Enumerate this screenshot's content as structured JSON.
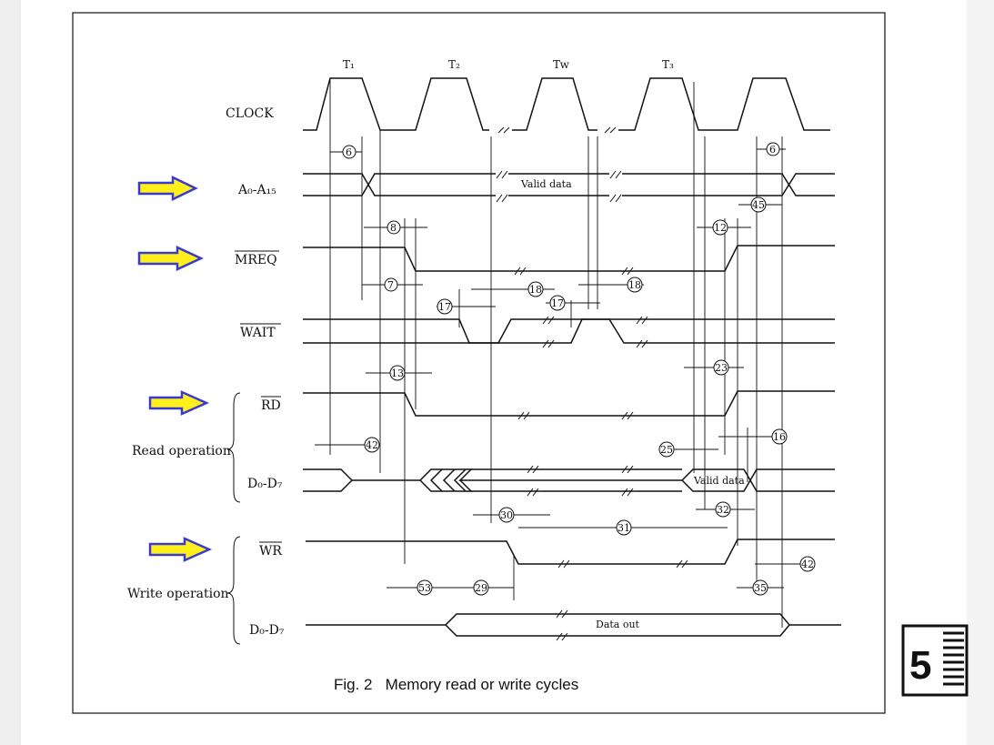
{
  "caption": "Fig. 2   Memory read or write cycles",
  "section_badge": "5",
  "states": [
    "T₁",
    "T₂",
    "Tw",
    "T₃"
  ],
  "signals": {
    "clock": "CLOCK",
    "address": "A₀-A₁₅",
    "mreq": "MREQ",
    "wait": "WAIT",
    "rd": "RD",
    "read_data": "D₀-D₇",
    "wr": "WR",
    "write_data": "D₀-D₇"
  },
  "groups": {
    "read": "Read operation",
    "write": "Write operation"
  },
  "bus_labels": {
    "address_valid": "Valid data",
    "read_valid": "Valid data",
    "write_out": "Data out"
  },
  "timing_refs": {
    "r6a": "6",
    "r6b": "6",
    "r45": "45",
    "r8": "8",
    "r12": "12",
    "r7": "7",
    "r17a": "17",
    "r18a": "18",
    "r17b": "17",
    "r18b": "18",
    "r13": "13",
    "r23": "23",
    "r42a": "42",
    "r25": "25",
    "r16": "16",
    "r30": "30",
    "r31": "31",
    "r32": "32",
    "r42b": "42",
    "r53": "53",
    "r29": "29",
    "r35": "35"
  },
  "highlight_arrows": [
    "address",
    "mreq",
    "rd",
    "wr"
  ],
  "colors": {
    "arrow_fill": "#ffef1a",
    "arrow_stroke": "#3a3ad0"
  }
}
